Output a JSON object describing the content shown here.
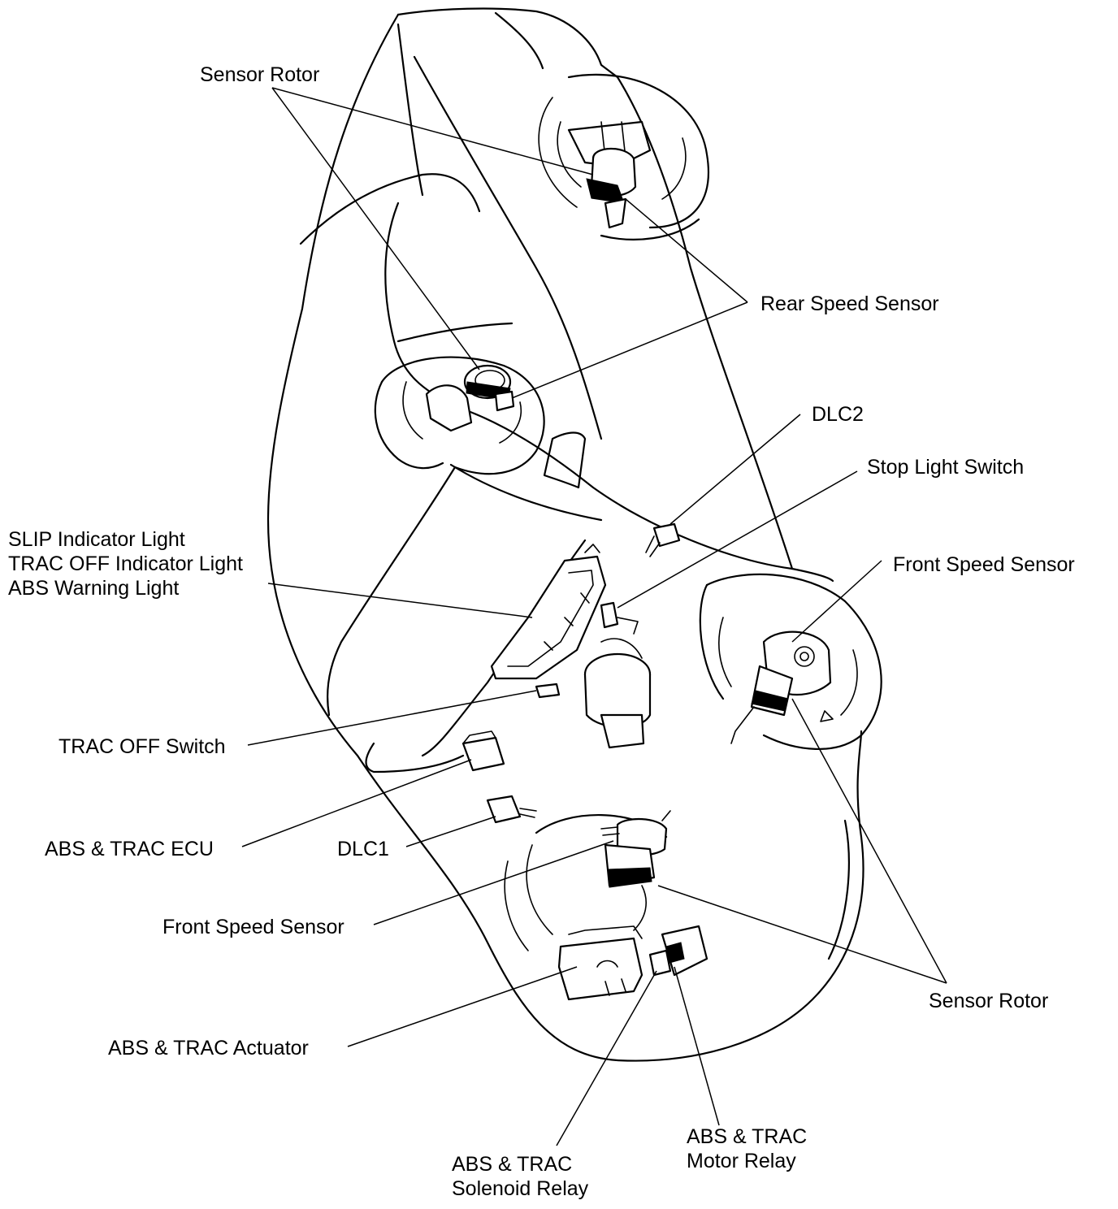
{
  "labels": {
    "sensor_rotor_rear": "Sensor Rotor",
    "rear_speed_sensor": "Rear Speed Sensor",
    "dlc2": "DLC2",
    "stop_light_switch": "Stop Light Switch",
    "front_speed_sensor_right": "Front Speed Sensor",
    "indicator_lights": [
      "SLIP Indicator Light",
      "TRAC OFF Indicator Light",
      "ABS Warning Light"
    ],
    "trac_off_switch": "TRAC OFF Switch",
    "abs_trac_ecu": "ABS & TRAC ECU",
    "dlc1": "DLC1",
    "front_speed_sensor_left": "Front Speed Sensor",
    "sensor_rotor_front": "Sensor Rotor",
    "abs_trac_actuator": "ABS & TRAC Actuator",
    "solenoid_relay": [
      "ABS & TRAC",
      "Solenoid Relay"
    ],
    "motor_relay": [
      "ABS & TRAC",
      "Motor Relay"
    ]
  },
  "colors": {
    "ink": "#000000",
    "background": "#ffffff"
  }
}
